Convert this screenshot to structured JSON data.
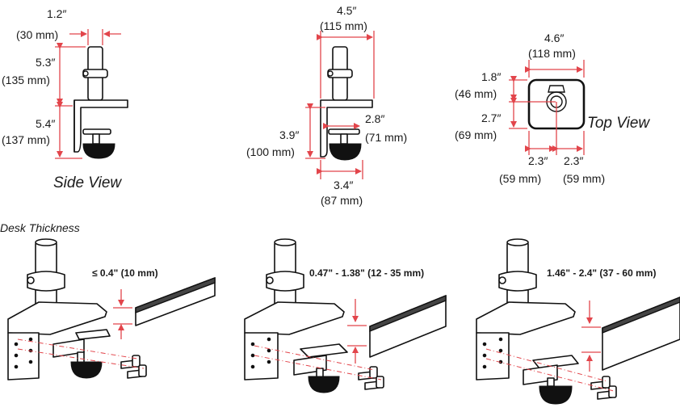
{
  "side_view": {
    "label": "Side View",
    "post_width_in": "1.2″",
    "post_width_mm": "(30 mm)",
    "upper_height_in": "5.3″",
    "upper_height_mm": "(135 mm)",
    "lower_height_in": "5.4″",
    "lower_height_mm": "(137 mm)"
  },
  "front_view": {
    "overall_width_in": "4.5″",
    "overall_width_mm": "(115 mm)",
    "jaw_height_in": "3.9″",
    "jaw_height_mm": "(100 mm)",
    "jaw_depth_in": "2.8″",
    "jaw_depth_mm": "(71 mm)",
    "foot_width_in": "3.4″",
    "foot_width_mm": "(87 mm)"
  },
  "top_view": {
    "label": "Top View",
    "width_in": "4.6″",
    "width_mm": "(118 mm)",
    "upper_in": "1.8″",
    "upper_mm": "(46 mm)",
    "lower_in": "2.7″",
    "lower_mm": "(69 mm)",
    "left_in": "2.3″",
    "left_mm": "(59 mm)",
    "right_in": "2.3″",
    "right_mm": "(59 mm)"
  },
  "desk_thickness": {
    "heading": "Desk Thickness",
    "ranges": [
      {
        "label": "≤ 0.4\" (10 mm)"
      },
      {
        "label": "0.47\" - 1.38\" (12 - 35 mm)"
      },
      {
        "label": "1.46\" - 2.4\" (37 - 60 mm)"
      }
    ]
  }
}
